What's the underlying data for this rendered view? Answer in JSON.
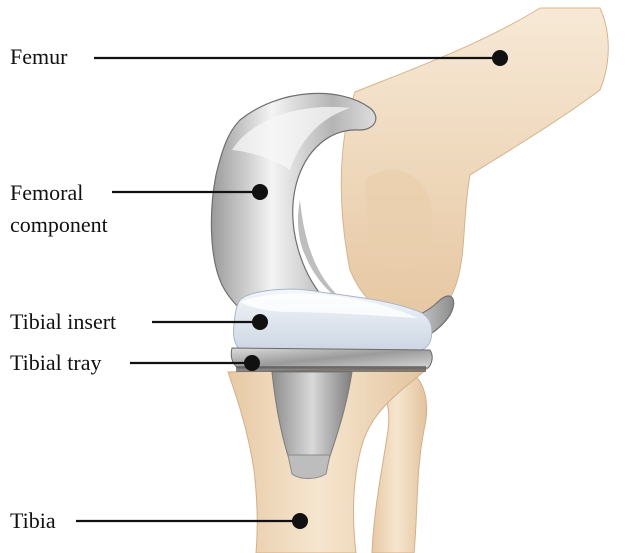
{
  "labels": {
    "femur": "Femur",
    "femoral_component": [
      "Femoral",
      "component"
    ],
    "tibial_insert": "Tibial insert",
    "tibial_tray": "Tibial tray",
    "tibia": "Tibia"
  },
  "colors": {
    "bone": "#f1dcc0",
    "bone_shadow": "#d9bb98",
    "metal_light": "#f2f2f2",
    "metal_dark": "#8a8a8a",
    "insert": "#dfe6f0",
    "leader": "#111111"
  }
}
